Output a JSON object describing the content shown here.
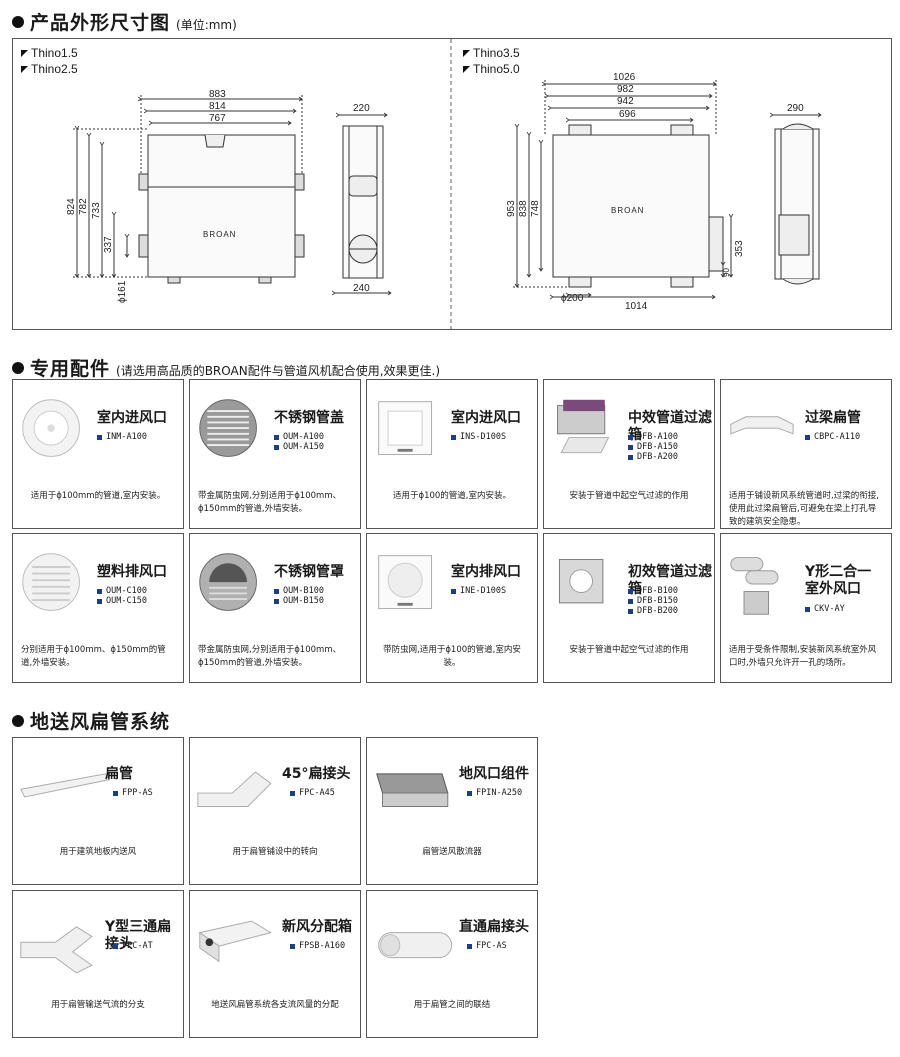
{
  "section1": {
    "title": "产品外形尺寸图",
    "unit": "(单位:mm)"
  },
  "drawing_left": {
    "models": [
      "Thino1.5",
      "Thino2.5"
    ],
    "widths": [
      "883",
      "814",
      "767"
    ],
    "heights": [
      "824",
      "782",
      "733",
      "337"
    ],
    "depth_top": "220",
    "depth_bottom": "240",
    "diameter": "ϕ161",
    "brand": "BROAN"
  },
  "drawing_right": {
    "models": [
      "Thino3.5",
      "Thino5.0"
    ],
    "widths": [
      "1026",
      "982",
      "942",
      "696"
    ],
    "heights": [
      "953",
      "838",
      "748"
    ],
    "bottom_width": "1014",
    "diameter": "ϕ200",
    "side_height": "353",
    "side_small": "90",
    "depth_top": "290",
    "brand": "BROAN"
  },
  "section2": {
    "title": "专用配件",
    "sub": "(请选用高品质的BROAN配件与管道风机配合使用,效果更佳.)"
  },
  "accessories": [
    {
      "name": "室内进风口",
      "models": [
        "INM-A100"
      ],
      "desc": "适用于ϕ100mm的管道,室内安装。",
      "icon": "round-diffuser-icon"
    },
    {
      "name": "不锈钢管盖",
      "models": [
        "OUM-A100",
        "OUM-A150"
      ],
      "desc": "带金属防虫网,分别适用于ϕ100mm、ϕ150mm的管道,外墙安装。",
      "icon": "steel-louver-icon"
    },
    {
      "name": "室内进风口",
      "models": [
        "INS-D100S"
      ],
      "desc": "适用于ϕ100的管道,室内安装。",
      "icon": "square-diffuser-icon"
    },
    {
      "name": "中效管道过滤箱",
      "models": [
        "DFB-A100",
        "DFB-A150",
        "DFB-A200"
      ],
      "desc": "安装于管道中起空气过滤的作用",
      "icon": "filter-box-icon"
    },
    {
      "name": "过梁扁管",
      "models": [
        "CBPC-A110"
      ],
      "desc": "适用于铺设新风系统管道时,过梁的衔接,使用此过梁扁管后,可避免在梁上打孔导致的建筑安全隐患。",
      "icon": "beam-duct-icon"
    },
    {
      "name": "塑料排风口",
      "models": [
        "OUM-C100",
        "OUM-C150"
      ],
      "desc": "分别适用于ϕ100mm、ϕ150mm的管道,外墙安装。",
      "icon": "plastic-louver-icon"
    },
    {
      "name": "不锈钢管罩",
      "models": [
        "OUM-B100",
        "OUM-B150"
      ],
      "desc": "带金属防虫网,分别适用于ϕ100mm、ϕ150mm的管道,外墙安装。",
      "icon": "steel-hood-icon"
    },
    {
      "name": "室内排风口",
      "models": [
        "INE-D100S"
      ],
      "desc": "带防虫网,适用于ϕ100的管道,室内安装。",
      "icon": "exhaust-grille-icon"
    },
    {
      "name": "初效管道过滤箱",
      "models": [
        "DFB-B100",
        "DFB-B150",
        "DFB-B200"
      ],
      "desc": "安装于管道中起空气过滤的作用",
      "icon": "primary-filter-icon"
    },
    {
      "name": "Y形二合一\n室外风口",
      "models": [
        "CKV-AY"
      ],
      "desc": "适用于受条件限制,安装新风系统室外风口时,外墙只允许开一孔的场所。",
      "icon": "y-vent-icon"
    }
  ],
  "section3": {
    "title": "地送风扁管系统"
  },
  "floor_items": [
    {
      "name": "扁管",
      "models": [
        "FPP-AS"
      ],
      "desc": "用于建筑地板内送风",
      "icon": "flat-duct-icon"
    },
    {
      "name": "45°扁接头",
      "models": [
        "FPC-A45"
      ],
      "desc": "用于扁管铺设中的转向",
      "icon": "elbow-45-icon"
    },
    {
      "name": "地风口组件",
      "models": [
        "FPIN-A250"
      ],
      "desc": "扁管送风散流器",
      "icon": "floor-grille-icon"
    },
    {
      "name": "Y型三通扁接头",
      "models": [
        "FPC-AT"
      ],
      "desc": "用于扁管输送气流的分支",
      "icon": "y-tee-icon"
    },
    {
      "name": "新风分配箱",
      "models": [
        "FPSB-A160"
      ],
      "desc": "地送风扁管系统各支流风量的分配",
      "icon": "distribution-box-icon"
    },
    {
      "name": "直通扁接头",
      "models": [
        "FPC-AS"
      ],
      "desc": "用于扁管之间的联结",
      "icon": "straight-coupler-icon"
    }
  ]
}
